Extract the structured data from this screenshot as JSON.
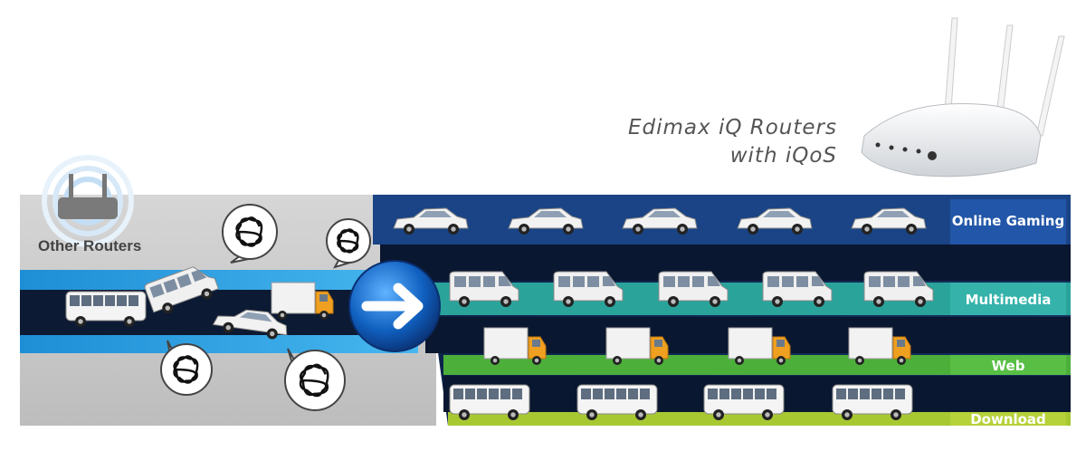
{
  "heading": {
    "line1": "Edimax iQ Routers",
    "line2": "with iQoS"
  },
  "other_routers_label": "Other Routers",
  "lanes": [
    {
      "label": "Online Gaming",
      "vehicle": "car",
      "count": 5,
      "color": "#1e4d8c"
    },
    {
      "label": "Multimedia",
      "vehicle": "van",
      "count": 5,
      "color": "#2aa39b"
    },
    {
      "label": "Web",
      "vehicle": "truck",
      "count": 4,
      "color": "#4caf3a"
    },
    {
      "label": "Download",
      "vehicle": "bus",
      "count": 4,
      "color": "#a8c832"
    }
  ],
  "icons": {
    "router": "router-icon",
    "arrow": "arrow-right-icon",
    "tangle": "tangle-icon"
  }
}
